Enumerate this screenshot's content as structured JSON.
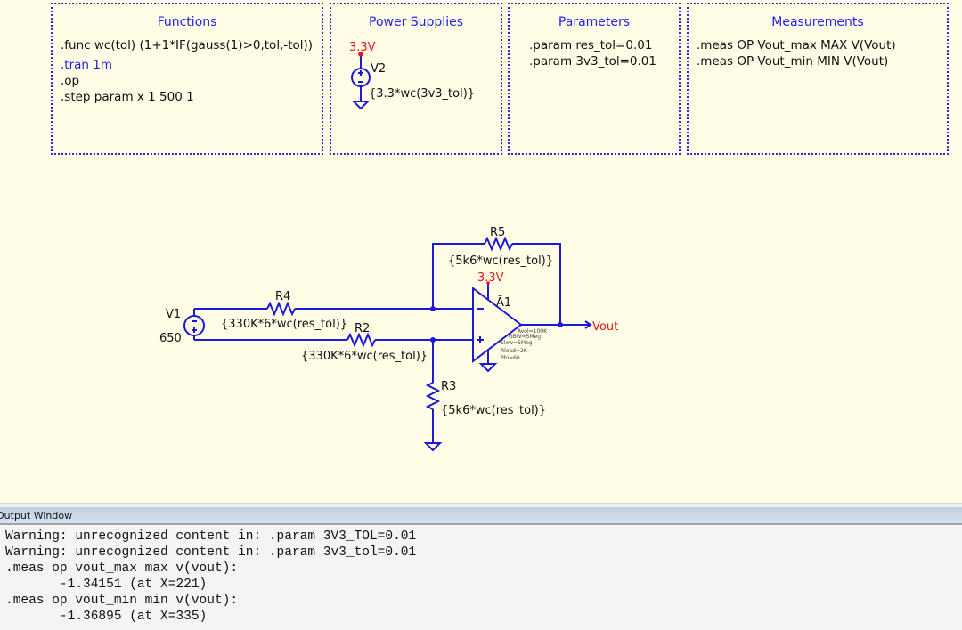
{
  "boxes": {
    "functions": {
      "title": "Functions",
      "lines": [
        ".func wc(tol) (1+1*IF(gauss(1)>0,tol,-tol))",
        ".tran 1m",
        ".op",
        ".step param x 1 500 1"
      ]
    },
    "power_supplies": {
      "title": "Power Supplies",
      "net_label": "3.3V",
      "source_name": "V2",
      "source_value": "{3.3*wc(3v3_tol)}"
    },
    "parameters": {
      "title": "Parameters",
      "lines": [
        ".param res_tol=0.01",
        ".param 3v3_tol=0.01"
      ]
    },
    "measurements": {
      "title": "Measurements",
      "lines": [
        ".meas OP Vout_max MAX V(Vout)",
        ".meas OP Vout_min MIN V(Vout)"
      ]
    }
  },
  "circuit": {
    "v1": {
      "name": "V1",
      "value": "650"
    },
    "r4": {
      "name": "R4",
      "value": "{330K*6*wc(res_tol)}"
    },
    "r2": {
      "name": "R2",
      "value": "{330K*6*wc(res_tol)}"
    },
    "r5": {
      "name": "R5",
      "value": "{5k6*wc(res_tol)}"
    },
    "r3": {
      "name": "R3",
      "value": "{5k6*wc(res_tol)}"
    },
    "opamp": {
      "name": "Ã1",
      "supply_label": "3.3V",
      "params": [
        "Avol=100K",
        "GBW=5Meg",
        "Slew=5Meg",
        "Rload=2K",
        "Phi=60"
      ]
    },
    "output_label": "Vout"
  },
  "output_window": {
    "title": "Output Window",
    "lines": [
      "Warning: unrecognized content in: .param 3V3_TOL=0.01",
      "Warning: unrecognized content in: .param 3v3_tol=0.01",
      ".meas op vout_max max v(vout):",
      "       -1.34151 (at X=221)",
      ".meas op vout_min min v(vout):",
      "       -1.36895 (at X=335)"
    ]
  },
  "colors": {
    "wire": "#1a1ad6",
    "net_label": "#e01818",
    "background": "#fffde6"
  }
}
